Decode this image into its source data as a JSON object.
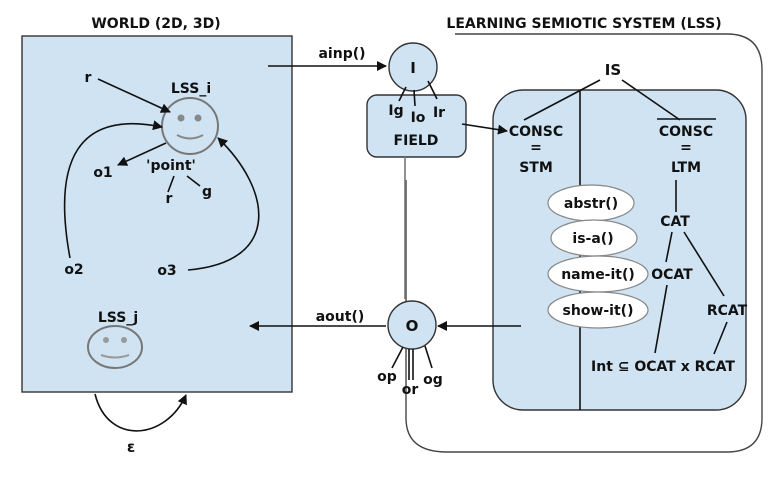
{
  "world": {
    "title": "WORLD (2D, 3D)",
    "agent_i": "LSS_i",
    "agent_j": "LSS_j",
    "r_top": "r",
    "o1": "o1",
    "o2": "o2",
    "o3": "o3",
    "point": "'point'",
    "point_r": "r",
    "point_g": "g",
    "epsilon": "ε"
  },
  "arrows": {
    "ainp": "ainp()",
    "aout": "aout()"
  },
  "lss": {
    "title": "LEARNING SEMIOTIC SYSTEM (LSS)",
    "input_node": "I",
    "ig": "Ig",
    "io": "Io",
    "ir": "Ir",
    "field": "FIELD",
    "output_node": "O",
    "op": "op",
    "or": "or",
    "og": "og",
    "is": "IS",
    "consc": "CONSC",
    "eq1": "=",
    "stm": "STM",
    "consc_bar": "CONSC",
    "eq2": "=",
    "ltm": "LTM",
    "cat": "CAT",
    "ocat": "OCAT",
    "rcat": "RCAT",
    "int_rel": "Int ⊆ OCAT x RCAT",
    "functions": [
      "abstr()",
      "is-a()",
      "name-it()",
      "show-it()"
    ]
  }
}
